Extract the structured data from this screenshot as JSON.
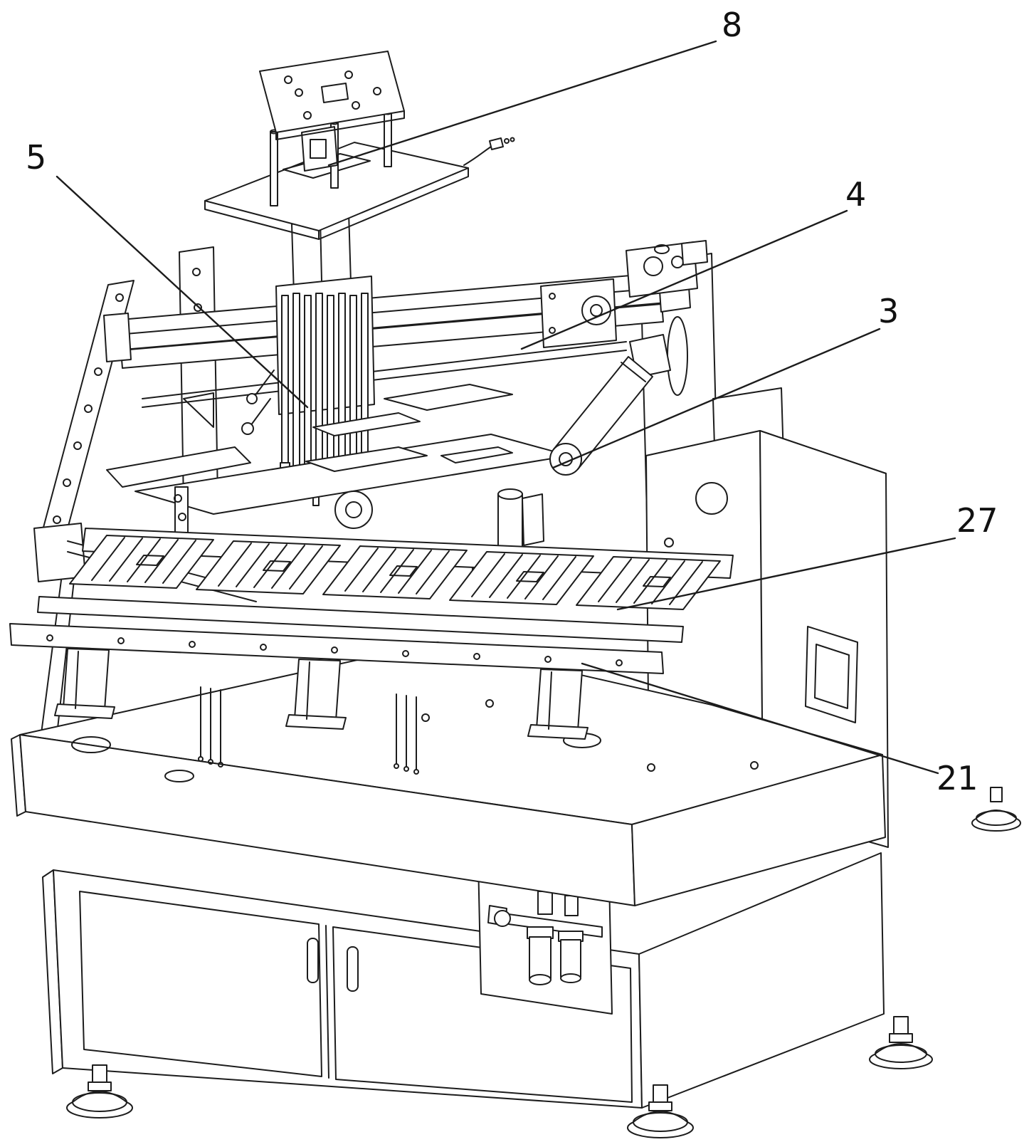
{
  "figure": {
    "background": "#ffffff",
    "line_color": "#1c1c1c",
    "callouts": [
      {
        "text": "8"
      },
      {
        "text": "5"
      },
      {
        "text": "4"
      },
      {
        "text": "3"
      },
      {
        "text": "27"
      },
      {
        "text": "21"
      }
    ]
  }
}
